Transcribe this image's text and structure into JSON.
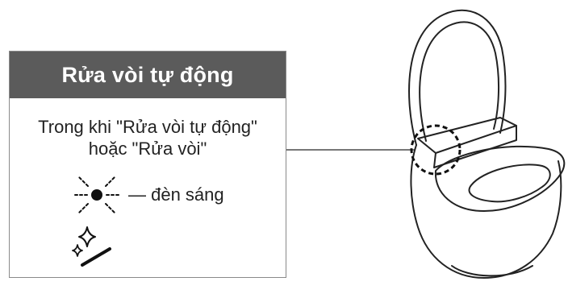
{
  "panel": {
    "title": "Rửa vòi tự động",
    "description_line1": "Trong khi  \"Rửa vòi tự động\"",
    "description_line2": "hoặc \"Rửa vòi\"",
    "lamp_label": "— đèn sáng"
  },
  "icons": {
    "lamp": "lamp-lit-icon",
    "cleaning": "sparkle-clean-icon",
    "toilet": "toilet-illustration"
  },
  "colors": {
    "header_bg": "#5b5b5b",
    "header_text": "#ffffff",
    "border": "#8a8a8a",
    "line": "#777777"
  }
}
